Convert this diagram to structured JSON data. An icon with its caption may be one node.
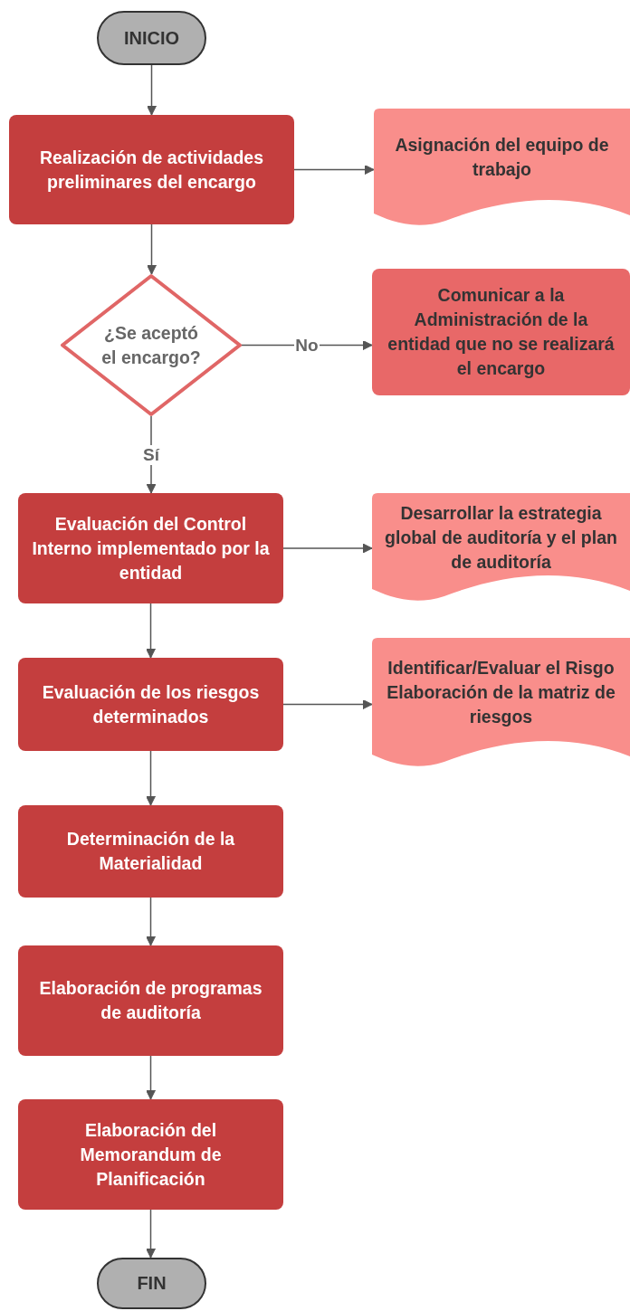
{
  "diagram": {
    "nodes": [
      {
        "text": [
          "INICIO"
        ]
      },
      {
        "text": [
          "Realización de actividades preliminares del encargo"
        ]
      },
      {
        "text": [
          "Asignación del equipo de trabajo"
        ]
      },
      {
        "text": [
          "¿Se aceptó el encargo?"
        ]
      },
      {
        "text": [
          "Comunicar a la Administración de la entidad que no se realizará el encargo"
        ]
      },
      {
        "text": [
          "Evaluación del Control Interno implementado por la entidad"
        ]
      },
      {
        "text": [
          "Desarrollar la estrategia global de auditoría y el plan de auditoría"
        ]
      },
      {
        "text": [
          "Evaluación de los riesgos determinados"
        ]
      },
      {
        "text": [
          "Identificar/Evaluar el Risgo",
          "Elaboración de la matriz de riesgos"
        ]
      },
      {
        "text": [
          "Determinación de la Materialidad"
        ]
      },
      {
        "text": [
          "Elaboración de programas de auditoría"
        ]
      },
      {
        "text": [
          "Elaboración del Memorandum de Planificación"
        ]
      },
      {
        "text": [
          "FIN"
        ]
      }
    ],
    "edges": [
      {
        "from": 0,
        "to": 1,
        "arrow": "to"
      },
      {
        "from": 1,
        "to": 2,
        "arrow": "to"
      },
      {
        "from": 1,
        "to": 3,
        "arrow": "to"
      },
      {
        "from": 3,
        "to": 4,
        "arrow": "to",
        "label": "No"
      },
      {
        "from": 3,
        "to": 5,
        "arrow": "to",
        "label": "Sí"
      },
      {
        "from": 5,
        "to": 6,
        "arrow": "to"
      },
      {
        "from": 5,
        "to": 7,
        "arrow": "to"
      },
      {
        "from": 7,
        "to": 8,
        "arrow": "to"
      },
      {
        "from": 7,
        "to": 9,
        "arrow": "to"
      },
      {
        "from": 9,
        "to": 10,
        "arrow": "to"
      },
      {
        "from": 10,
        "to": 11,
        "arrow": "to"
      },
      {
        "from": 11,
        "to": 12,
        "arrow": "to"
      }
    ]
  }
}
